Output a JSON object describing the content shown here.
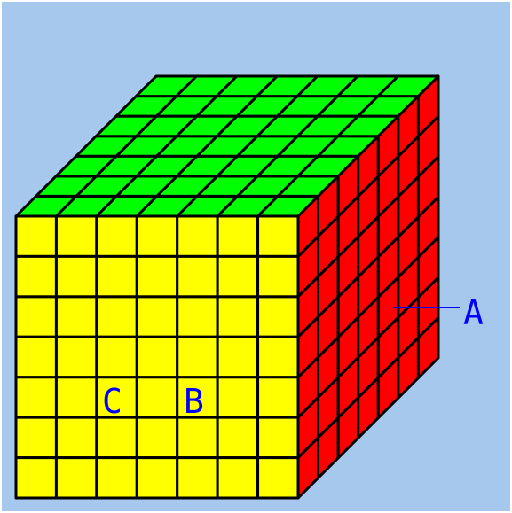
{
  "diagram": {
    "grid_size": 7,
    "colors": {
      "background": "#a6c8ec",
      "top_face": "#00ff00",
      "front_face": "#ffff00",
      "side_face": "#ff0000",
      "grid_lines": "#000000",
      "labels": "#0000ff"
    },
    "labels": {
      "a": "A",
      "b": "B",
      "c": "C"
    }
  }
}
